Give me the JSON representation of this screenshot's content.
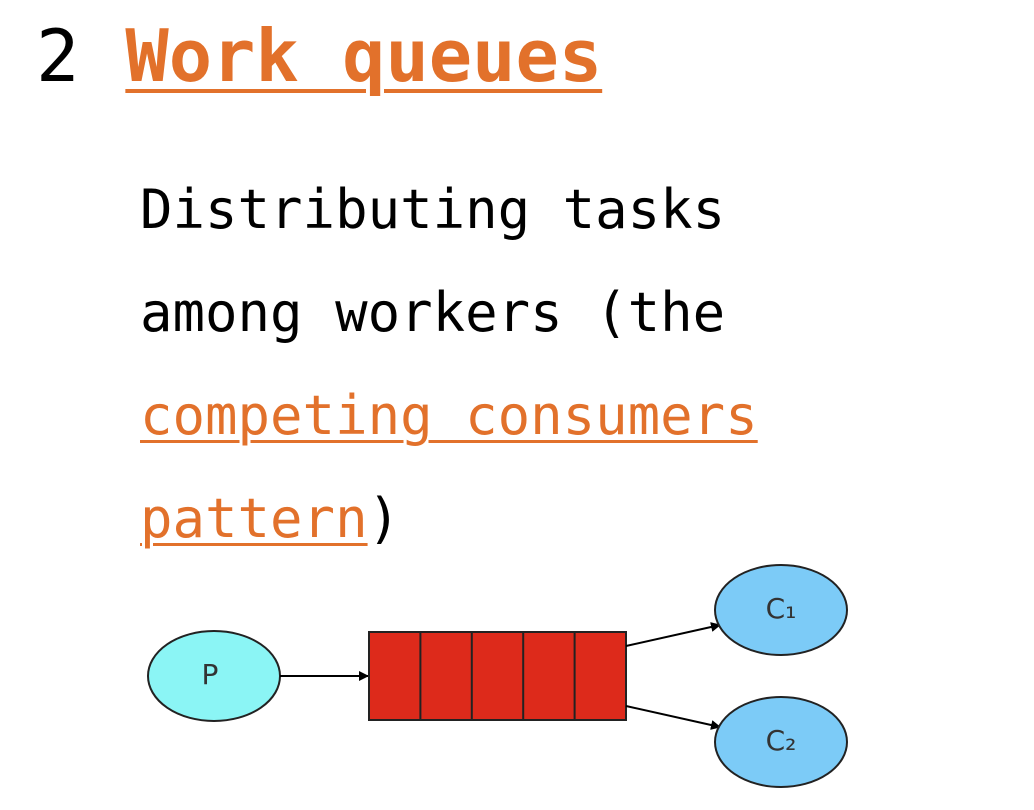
{
  "heading": {
    "number": "2",
    "title": "Work queues"
  },
  "description": {
    "line1": "Distributing tasks",
    "line2": "among workers (the",
    "link_line1": "competing consumers",
    "link_line2": "pattern",
    "closing": ")"
  },
  "diagram": {
    "producer_label": "P",
    "consumer1_label": "C₁",
    "consumer2_label": "C₂",
    "queue_slot_count": 5,
    "colors": {
      "producer_fill": "#8BF5F5",
      "queue_fill": "#DD2A1B",
      "consumer_fill": "#7CCBF7",
      "link": "#E2712B"
    }
  }
}
